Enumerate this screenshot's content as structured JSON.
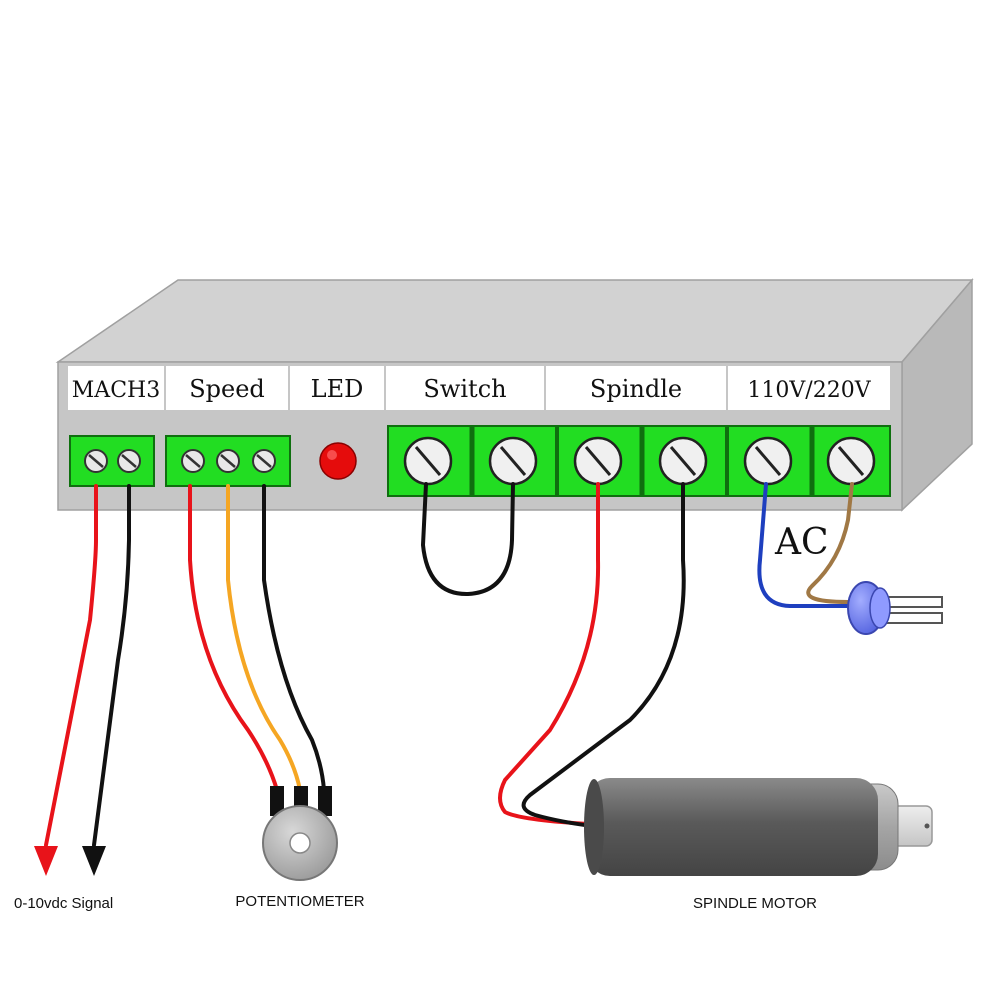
{
  "colors": {
    "terminal_green": "#22dd22",
    "panel_gray": "#c8c8c8",
    "wire_red": "#e8131a",
    "wire_black": "#111111",
    "wire_orange": "#f5a623",
    "wire_blue": "#1e3fbf",
    "wire_brown": "#a07845",
    "led_red": "#e50c0c",
    "plug_blue": "#6f7ff0",
    "motor_gray": "#555555"
  },
  "panel": {
    "labels": {
      "mach3": "MACH3",
      "speed": "Speed",
      "led": "LED",
      "switch": "Switch",
      "spindle": "Spindle",
      "power": "110V/220V"
    }
  },
  "wiring": {
    "ac_label": "AC"
  },
  "components": {
    "signal_label": "0-10vdc Signal",
    "potentiometer_label": "POTENTIOMETER",
    "spindle_motor_label": "SPINDLE MOTOR"
  },
  "icons": [
    "screw-terminal-icon",
    "led-indicator-icon",
    "arrow-down-icon",
    "potentiometer-icon",
    "plug-icon",
    "spindle-motor-icon"
  ]
}
